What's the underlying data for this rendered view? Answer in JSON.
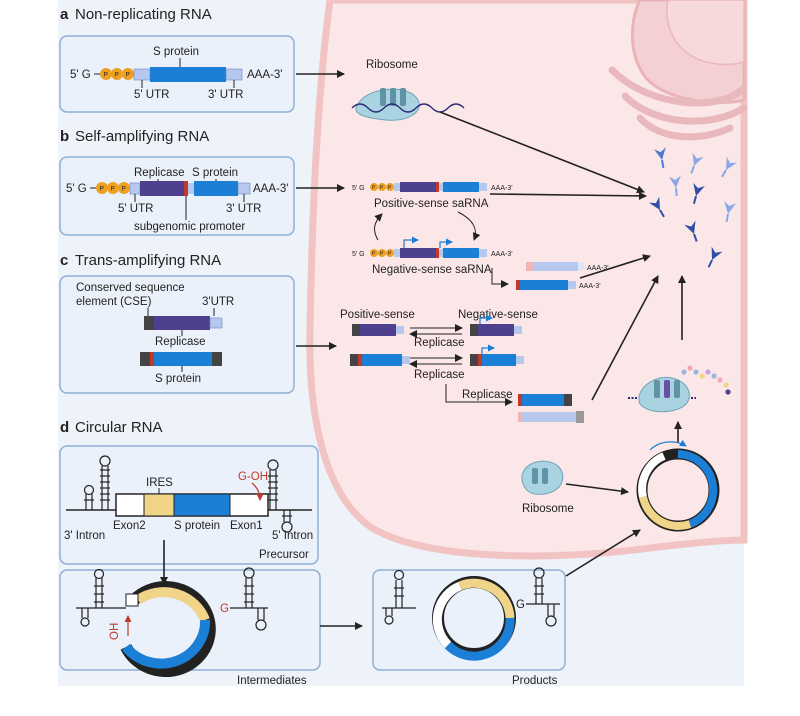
{
  "sections": {
    "a": {
      "letter": "a",
      "title": "Non-replicating RNA"
    },
    "b": {
      "letter": "b",
      "title": "Self-amplifying RNA"
    },
    "c": {
      "letter": "c",
      "title": "Trans-amplifying RNA"
    },
    "d": {
      "letter": "d",
      "title": "Circular RNA"
    }
  },
  "panel_a": {
    "five_cap": "5' G",
    "cap_p": "P",
    "s_protein": "S protein",
    "utr5": "5' UTR",
    "utr3": "3' UTR",
    "tail": "AAA-3'"
  },
  "panel_b": {
    "five_cap": "5' G",
    "cap_p": "P",
    "replicase": "Replicase",
    "s_protein": "S protein",
    "utr5": "5' UTR",
    "utr3": "3' UTR",
    "tail": "AAA-3'",
    "promoter": "subgenomic promoter"
  },
  "panel_c": {
    "cse": "Conserved sequence",
    "cse2": "element (CSE)",
    "utr3": "3'UTR",
    "replicase": "Replicase",
    "s_protein": "S protein"
  },
  "panel_d": {
    "ires": "IRES",
    "goh": "G-OH",
    "intron3": "3' Intron",
    "exon2": "Exon2",
    "s_protein": "S protein",
    "exon1": "Exon1",
    "intron5": "5' Intron",
    "precursor": "Precursor",
    "oh": "OH",
    "g": "G",
    "intermediates": "Intermediates",
    "products": "Products"
  },
  "cell": {
    "ribosome": "Ribosome",
    "ribosome2": "Ribosome",
    "small_cap": "5' G",
    "small_p": "P",
    "small_tail": "AAA-3'",
    "positive_saRNA": "Positive-sense saRNA",
    "negative_saRNA": "Negative-sense saRNA",
    "positive_sense": "Positive-sense",
    "negative_sense": "Negative-sense",
    "replicase1": "Replicase",
    "replicase2": "Replicase",
    "replicase3": "Replicase"
  },
  "colors": {
    "bg_panel": "#eaf1fa",
    "panel_border": "#8fb0d6",
    "cell": "#fbe7e7",
    "cell_border": "#f2c3c3",
    "blue": "#1c7fd6",
    "purple": "#4f3f8f",
    "light_blue": "#b7c8ef",
    "orange": "#f0a020",
    "yellow": "#f0d48a",
    "red": "#c0392b",
    "dark": "#444444"
  }
}
